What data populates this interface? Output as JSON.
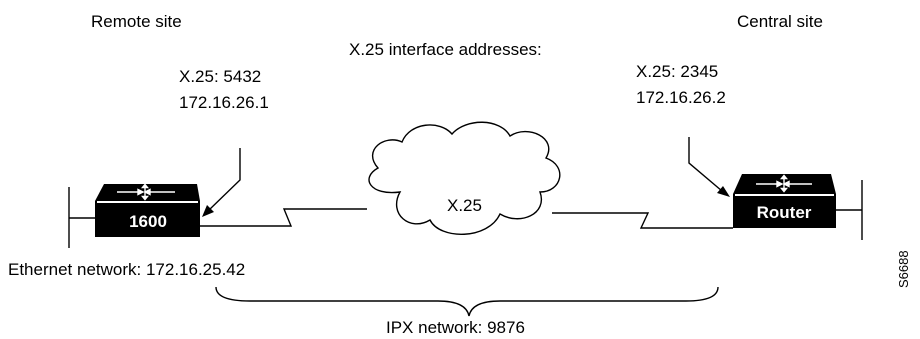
{
  "remote": {
    "site_label": "Remote site",
    "x25_address": "X.25:  5432",
    "ip_address": "172.16.26.1",
    "device_label": "1600",
    "ethernet_label": "Ethernet network: 172.16.25.42"
  },
  "central": {
    "site_label": "Central site",
    "x25_address": "X.25:  2345",
    "ip_address": "172.16.26.2",
    "device_label": "Router"
  },
  "interface_heading": "X.25 interface addresses:",
  "cloud_label": "X.25",
  "ipx_label": "IPX network: 9876",
  "figure_id": "S6688",
  "colors": {
    "device_fill": "#000000",
    "device_top": "#ffffff",
    "line": "#000000",
    "background": "#ffffff"
  }
}
